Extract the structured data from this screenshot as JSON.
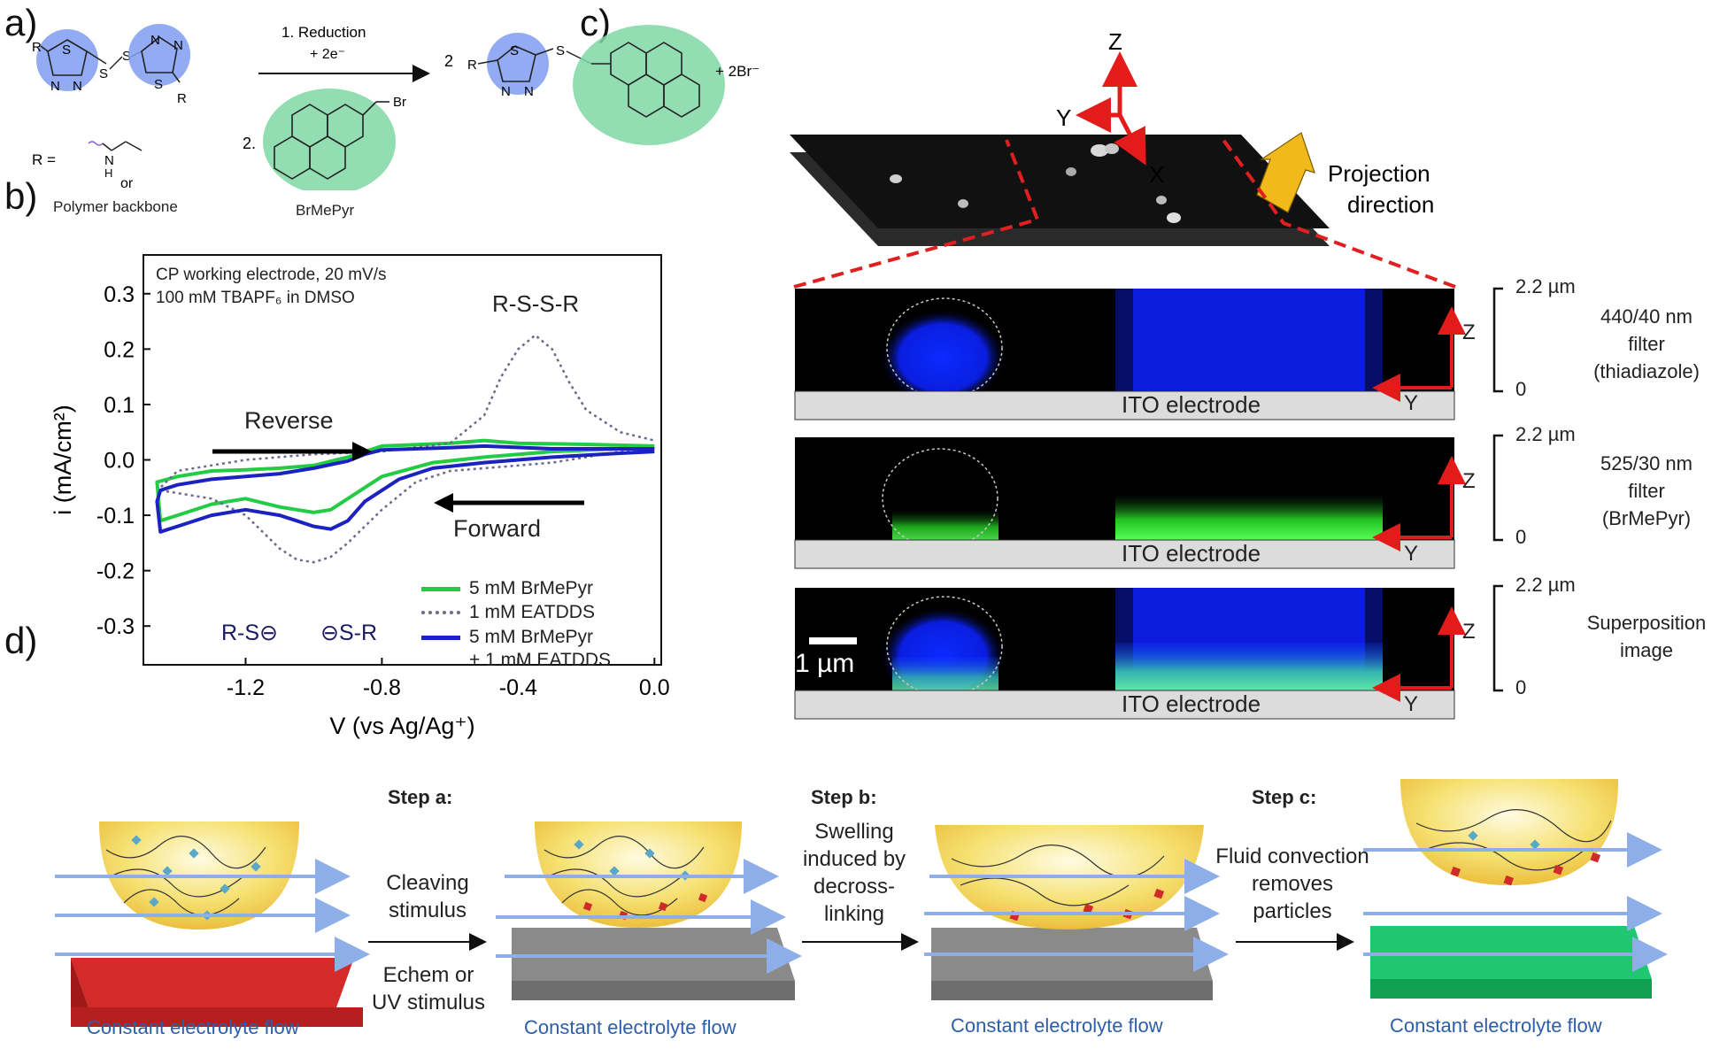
{
  "panel_labels": [
    "a)",
    "b)",
    "c)",
    "d)"
  ],
  "panel_a": {
    "step_1": "1. Reduction",
    "step_1b": "+ 2e⁻",
    "step_2": "2.",
    "r_label_left_1": "R",
    "r_label_left_2": "R",
    "r_label_product": "R",
    "coef_2": "2",
    "plus_2br": "+ 2Br⁻",
    "atom_s": "S",
    "atom_n": "N",
    "atom_h": "H",
    "atom_br": "Br",
    "r_equals": "R =",
    "or": "or",
    "polymer_backbone": "Polymer backbone",
    "reagent_name": "BrMePyr"
  },
  "panel_b": {
    "info_line_1": "CP working electrode, 20 mV/s",
    "info_line_2": "100 mM TBAPF₆ in DMSO",
    "disulfide": "R-S-S-R",
    "thiolate_left": "R-S⊖",
    "thiolate_right": "⊖S-R",
    "reverse": "Reverse",
    "forward": "Forward",
    "legend": [
      {
        "label": "5 mM BrMePyr",
        "color": "#22cc44",
        "style": "solid"
      },
      {
        "label": "1 mM EATDDS",
        "color": "#6a6a8a",
        "style": "dotted"
      },
      {
        "label": "5 mM BrMePyr",
        "label2": "+ 1 mM EATDDS",
        "color": "#1b22c0",
        "style": "solid"
      }
    ]
  },
  "chart_data": {
    "type": "line",
    "xlabel": "V (vs Ag/Ag⁺)",
    "ylabel": "i (mA/cm²)",
    "xlim": [
      -1.5,
      0.02
    ],
    "ylim": [
      -0.37,
      0.37
    ],
    "xticks": [
      -1.2,
      -0.8,
      -0.4,
      0.0
    ],
    "xtick_labels": [
      "-1.2",
      "-0.8",
      "-0.4",
      "0.0"
    ],
    "yticks": [
      0.3,
      0.2,
      0.1,
      0.0,
      -0.1,
      -0.2,
      -0.3
    ],
    "ytick_labels": [
      "0.3",
      "0.2",
      "0.1",
      "0.0",
      "-0.1",
      "-0.2",
      "-0.3"
    ],
    "series": [
      {
        "name": "5 mM BrMePyr",
        "color": "#22cc44",
        "dash": "",
        "x": [
          0.0,
          -0.1,
          -0.3,
          -0.5,
          -0.65,
          -0.8,
          -0.9,
          -0.95,
          -1.0,
          -1.1,
          -1.2,
          -1.3,
          -1.4,
          -1.45,
          -1.46,
          -1.4,
          -1.3,
          -1.2,
          -1.1,
          -1.0,
          -0.9,
          -0.85,
          -0.8,
          -0.6,
          -0.5,
          -0.4,
          -0.2,
          0.0
        ],
        "y": [
          0.02,
          0.02,
          0.015,
          0.005,
          -0.005,
          -0.03,
          -0.07,
          -0.09,
          -0.095,
          -0.085,
          -0.07,
          -0.08,
          -0.1,
          -0.11,
          -0.04,
          -0.03,
          -0.02,
          -0.018,
          -0.015,
          -0.01,
          0.005,
          0.015,
          0.025,
          0.03,
          0.035,
          0.03,
          0.028,
          0.025
        ]
      },
      {
        "name": "1 mM EATDDS",
        "color": "#6a6a8a",
        "dash": "3,4",
        "x": [
          0.0,
          -0.1,
          -0.2,
          -0.3,
          -0.4,
          -0.5,
          -0.6,
          -0.7,
          -0.8,
          -0.9,
          -0.95,
          -1.0,
          -1.05,
          -1.1,
          -1.2,
          -1.3,
          -1.4,
          -1.45,
          -1.45,
          -1.4,
          -1.2,
          -1.0,
          -0.8,
          -0.6,
          -0.5,
          -0.45,
          -0.4,
          -0.35,
          -0.3,
          -0.25,
          -0.2,
          -0.1,
          0.0
        ],
        "y": [
          0.02,
          0.015,
          0.005,
          -0.005,
          -0.01,
          -0.015,
          -0.02,
          -0.04,
          -0.09,
          -0.15,
          -0.175,
          -0.185,
          -0.18,
          -0.16,
          -0.1,
          -0.07,
          -0.06,
          -0.055,
          -0.05,
          -0.02,
          0.0,
          0.01,
          0.015,
          0.03,
          0.08,
          0.15,
          0.2,
          0.225,
          0.2,
          0.14,
          0.09,
          0.05,
          0.035
        ]
      },
      {
        "name": "5 mM BrMePyr + 1 mM EATDDS",
        "color": "#1b22c0",
        "dash": "",
        "x": [
          0.0,
          -0.1,
          -0.3,
          -0.5,
          -0.65,
          -0.75,
          -0.85,
          -0.9,
          -0.95,
          -1.0,
          -1.05,
          -1.1,
          -1.2,
          -1.3,
          -1.4,
          -1.45,
          -1.46,
          -1.45,
          -1.4,
          -1.3,
          -1.2,
          -1.1,
          -1.0,
          -0.9,
          -0.85,
          -0.8,
          -0.6,
          -0.5,
          -0.3,
          -0.1,
          0.0
        ],
        "y": [
          0.015,
          0.012,
          0.005,
          -0.005,
          -0.015,
          -0.035,
          -0.075,
          -0.11,
          -0.125,
          -0.12,
          -0.11,
          -0.1,
          -0.09,
          -0.1,
          -0.12,
          -0.13,
          -0.075,
          -0.055,
          -0.045,
          -0.035,
          -0.03,
          -0.025,
          -0.015,
          -0.002,
          0.01,
          0.018,
          0.022,
          0.025,
          0.02,
          0.02,
          0.02
        ]
      }
    ]
  },
  "panel_c": {
    "axis_z": "Z",
    "axis_y": "Y",
    "axis_x": "X",
    "projection_line_1": "Projection",
    "projection_line_2": "direction",
    "scale_top": "2.2 µm",
    "scale_bottom": "0",
    "electrode": "ITO electrode",
    "scalebar": "1 µm",
    "rows": [
      {
        "filter_1": "440/40 nm",
        "filter_2": "filter",
        "filter_3": "(thiadiazole)"
      },
      {
        "filter_1": "525/30 nm",
        "filter_2": "filter",
        "filter_3": "(BrMePyr)"
      },
      {
        "filter_1": "Superposition",
        "filter_2": "image",
        "filter_3": ""
      }
    ]
  },
  "panel_d": {
    "flow_label": "Constant electrolyte  flow",
    "step_a_title": "Step a:",
    "step_a_top_1": "Cleaving",
    "step_a_top_2": "stimulus",
    "step_a_bot_1": "Echem or",
    "step_a_bot_2": "UV stimulus",
    "step_b_title": "Step b:",
    "step_b_1": "Swelling",
    "step_b_2": "induced by",
    "step_b_3": "decross-",
    "step_b_4": "linking",
    "step_c_title": "Step c:",
    "step_c_1": "Fluid convection",
    "step_c_2": "removes",
    "step_c_3": "particles",
    "substrate_colors": [
      "#d42a2a",
      "#8a8a8a",
      "#8a8a8a",
      "#1fc870"
    ]
  }
}
